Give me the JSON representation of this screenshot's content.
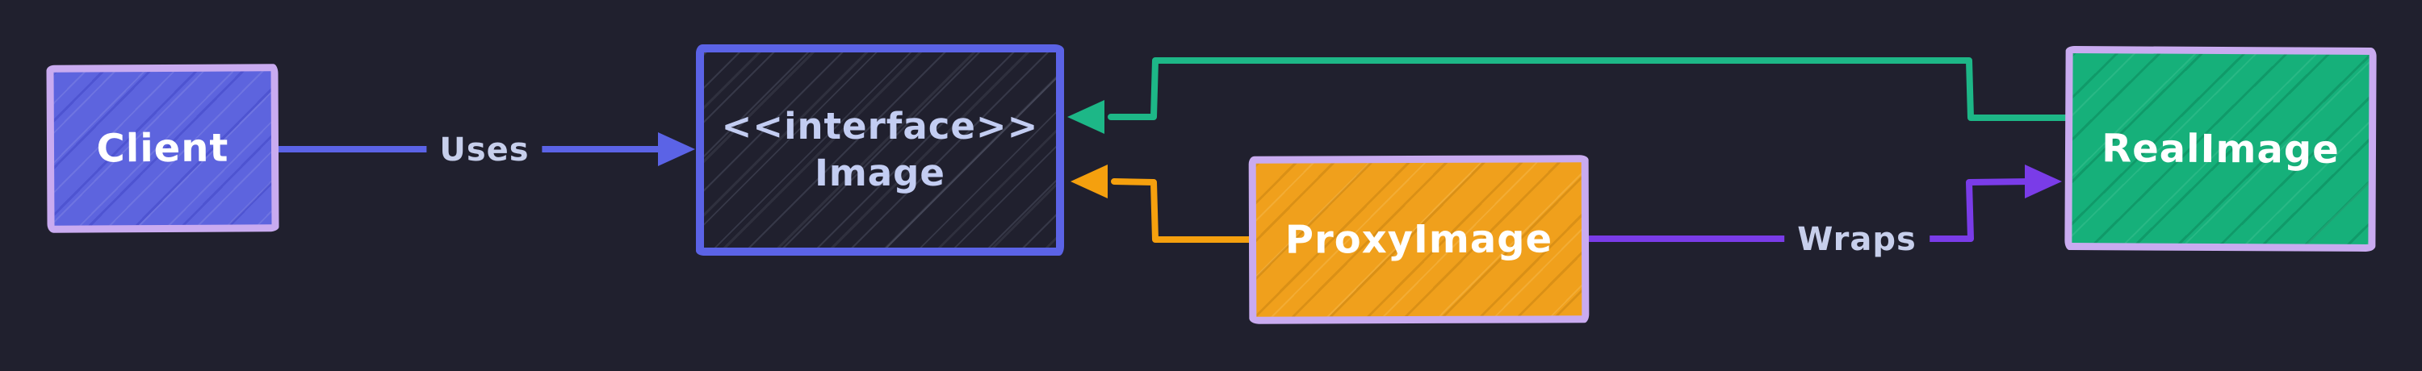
{
  "canvas": {
    "background": "#20202e"
  },
  "nodes": {
    "client": {
      "label": "Client",
      "fill": "#5d64de",
      "border": "#c9abf0",
      "text_color": "#ffffff"
    },
    "interface": {
      "stereotype": "<<interface>>",
      "label": "Image",
      "fill": "#20202e",
      "border": "#5b63e6",
      "text_color": "#c3cdf2"
    },
    "proxy": {
      "label": "ProxyImage",
      "fill": "#f0a01c",
      "border": "#c9abf0",
      "text_color": "#ffffff"
    },
    "real": {
      "label": "RealImage",
      "fill": "#16b07a",
      "border": "#c9abf0",
      "text_color": "#ffffff"
    }
  },
  "edges": {
    "uses": {
      "label": "Uses",
      "color": "#5b63e6",
      "from": "client",
      "to": "interface"
    },
    "proxy_implements": {
      "color": "#f5a00e",
      "from": "proxy",
      "to": "interface"
    },
    "real_implements": {
      "color": "#1db787",
      "from": "real",
      "to": "interface"
    },
    "wraps": {
      "label": "Wraps",
      "color": "#7a3ce8",
      "from": "proxy",
      "to": "real"
    }
  },
  "labels": {
    "text_color": "#c7cfec"
  }
}
